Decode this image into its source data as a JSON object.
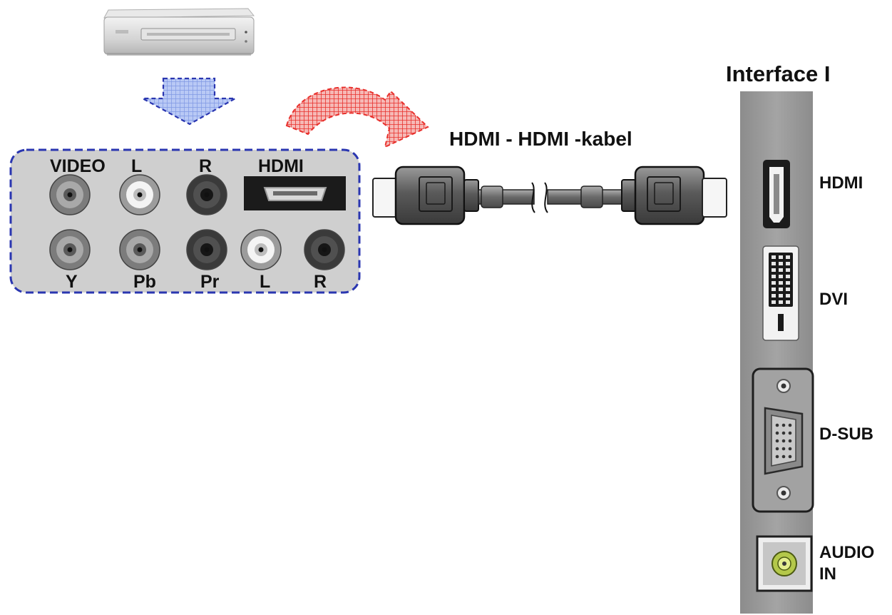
{
  "colors": {
    "panel_border": "#2a36b0",
    "blue_arrow": "#9bb2f0",
    "red_arrow": "#e8302c",
    "port_gray": "#8a8a8a",
    "monitor_panel": "#9a9a9a",
    "audio_ring": "#a9c23a"
  },
  "icons": {
    "player": "dvd-player-icon",
    "down_arrow": "down-arrow-icon",
    "curved_arrow": "curved-arrow-icon",
    "cable": "hdmi-cable-icon"
  },
  "title": "Interface I",
  "cable_label": "HDMI - HDMI -kabel",
  "source_panel": {
    "top_labels": [
      "VIDEO",
      "L",
      "R",
      "HDMI"
    ],
    "bottom_labels": [
      "Y",
      "Pb",
      "Pr",
      "L",
      "R"
    ]
  },
  "monitor_ports": [
    "HDMI",
    "DVI",
    "D-SUB",
    "AUDIO IN"
  ]
}
